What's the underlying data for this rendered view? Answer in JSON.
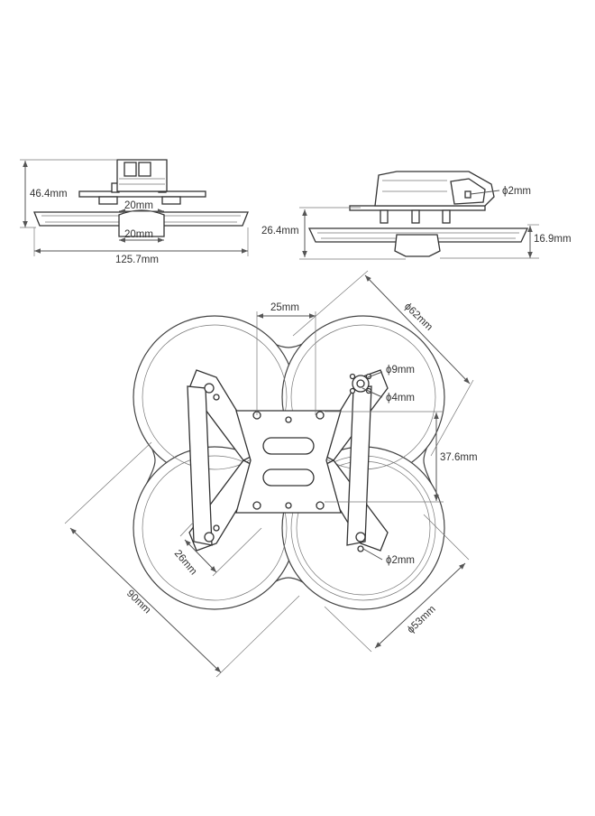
{
  "colors": {
    "line": "#555555",
    "outline": "#333333",
    "highlight": "#c8232c"
  },
  "side_view_left": {
    "height": "46.4mm",
    "hole_spacing_top": "20mm",
    "hole_spacing_bottom": "20mm",
    "width": "125.7mm"
  },
  "side_view_right": {
    "hole": "ϕ2mm",
    "height": "26.4mm",
    "guard_height": "16.9mm"
  },
  "top_view": {
    "gap": "25mm",
    "guard_diameter": "ϕ62mm",
    "motor_center_hole": "ϕ9mm",
    "motor_hole": "ϕ4mm",
    "mount_spacing": "37.6mm",
    "stack_spacing": "26mm",
    "mount_hole": "ϕ2mm",
    "wheelbase": "90mm",
    "prop_diameter": "ϕ53mm"
  }
}
